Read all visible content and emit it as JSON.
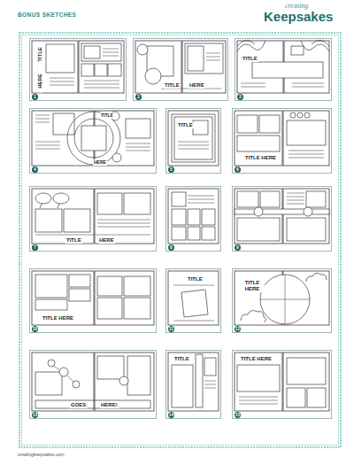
{
  "diagram": {
    "title": "BONUS SKETCHES",
    "nodes": [
      {
        "text": [
          "TITLE",
          "HERE",
          "1"
        ]
      },
      {
        "text": [
          "TITLE",
          "HERE",
          "2"
        ]
      },
      {
        "text": [
          "TITLE",
          "3"
        ]
      },
      {
        "text": [
          "TITLE",
          "HERE",
          "4"
        ]
      },
      {
        "text": [
          "TITLE",
          "5"
        ]
      },
      {
        "text": [
          "TITLE HERE",
          "6"
        ]
      },
      {
        "text": [
          "TITLE",
          "HERE",
          "7"
        ]
      },
      {
        "text": [
          "8"
        ]
      },
      {
        "text": [
          "9"
        ]
      },
      {
        "text": [
          "TITLE HERE",
          "10"
        ]
      },
      {
        "text": [
          "TITLE",
          "11"
        ]
      },
      {
        "text": [
          "TITLE HERE",
          "12"
        ]
      },
      {
        "text": [
          "GOES",
          "HERE!",
          "13"
        ]
      },
      {
        "text": [
          "TITLE",
          "14"
        ]
      },
      {
        "text": [
          "TITLE HERE",
          "15"
        ]
      }
    ],
    "labels": [
      "creating",
      "Keepsakes",
      "creatingkeepsakes.com"
    ]
  }
}
